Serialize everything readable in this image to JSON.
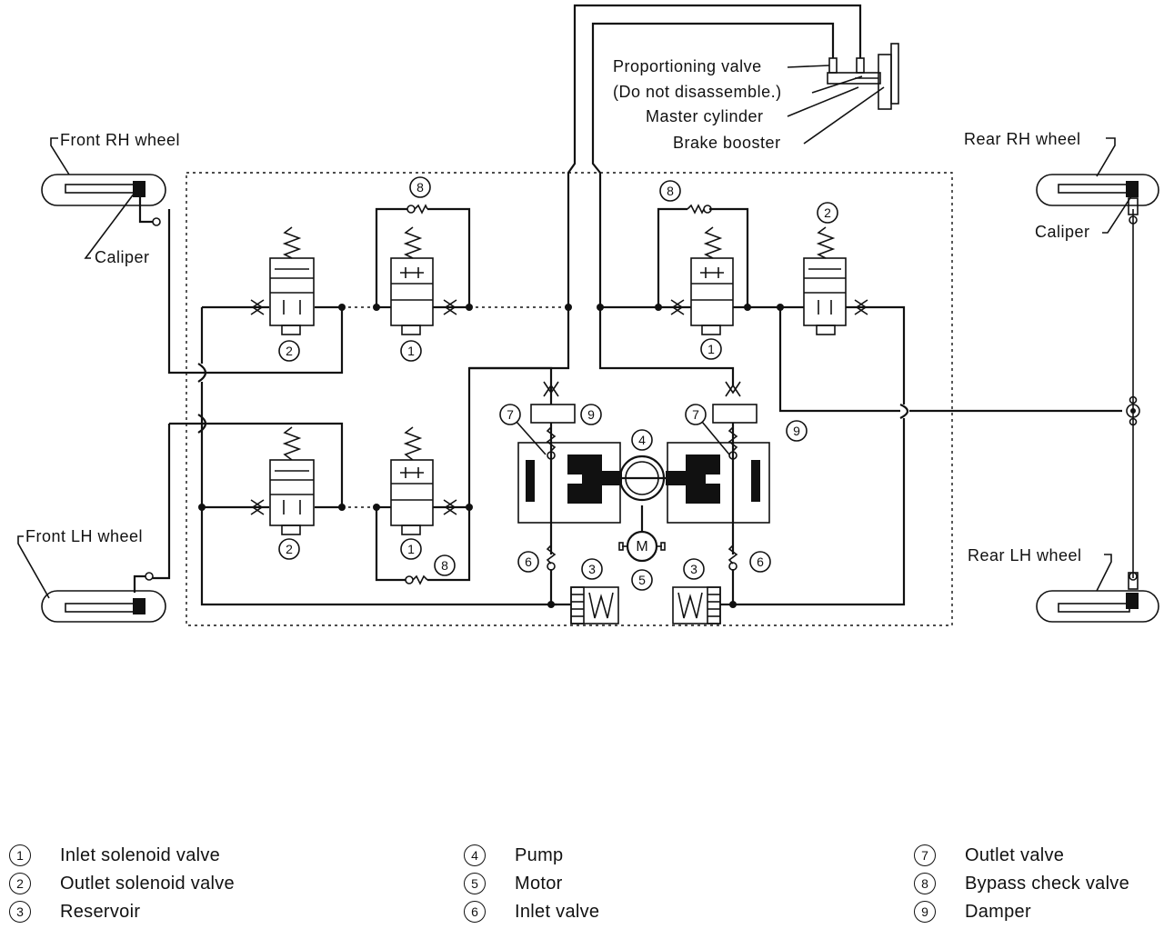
{
  "labels": {
    "front_rh_wheel": "Front RH wheel",
    "front_lh_wheel": "Front LH wheel",
    "rear_rh_wheel": "Rear RH wheel",
    "rear_lh_wheel": "Rear LH wheel",
    "caliper_front": "Caliper",
    "caliper_rear": "Caliper",
    "proportioning_valve": "Proportioning valve",
    "do_not_disassemble": "(Do not disassemble.)",
    "master_cylinder": "Master cylinder",
    "brake_booster": "Brake booster",
    "motor_symbol": "M"
  },
  "callouts": {
    "inlet_solenoid_valve": "1",
    "outlet_solenoid_valve": "2",
    "reservoir": "3",
    "pump": "4",
    "motor": "5",
    "inlet_valve": "6",
    "outlet_valve": "7",
    "bypass_check_valve": "8",
    "damper": "9"
  },
  "legend": [
    {
      "num": "1",
      "text": "Inlet solenoid valve"
    },
    {
      "num": "2",
      "text": "Outlet solenoid valve"
    },
    {
      "num": "3",
      "text": "Reservoir"
    },
    {
      "num": "4",
      "text": "Pump"
    },
    {
      "num": "5",
      "text": "Motor"
    },
    {
      "num": "6",
      "text": "Inlet valve"
    },
    {
      "num": "7",
      "text": "Outlet valve"
    },
    {
      "num": "8",
      "text": "Bypass check valve"
    },
    {
      "num": "9",
      "text": "Damper"
    }
  ]
}
